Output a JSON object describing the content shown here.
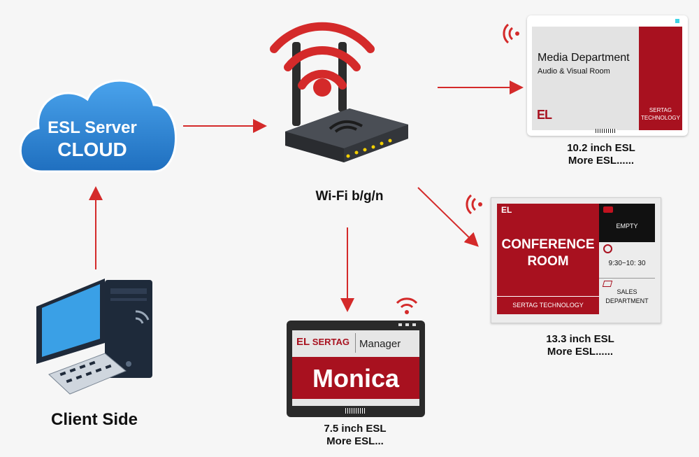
{
  "cloud": {
    "line1": "ESL Server",
    "line2": "CLOUD"
  },
  "client": {
    "label": "Client Side"
  },
  "router": {
    "label": "Wi-Fi b/g/n"
  },
  "esl_10_2": {
    "title": "Media Department",
    "subtitle": "Audio & Visual Room",
    "brand_line1": "SERTAG",
    "brand_line2": "TECHNOLOGY",
    "caption_line1": "10.2 inch ESL",
    "caption_line2": "More ESL......"
  },
  "esl_13_3": {
    "room_line1": "CONFERENCE",
    "room_line2": "ROOM",
    "footer": "SERTAG TECHNOLOGY",
    "status": "EMPTY",
    "time": "9:30~10: 30",
    "dept_line1": "SALES",
    "dept_line2": "DEPARTMENT",
    "caption_line1": "13.3 inch ESL",
    "caption_line2": "More ESL......"
  },
  "esl_7_5": {
    "brand": "SERTAG",
    "role": "Manager",
    "name": "Monica",
    "caption_line1": "7.5 inch ESL",
    "caption_line2": "More ESL..."
  },
  "colors": {
    "accent_red": "#c1121f",
    "cloud_blue": "#2e8ad8",
    "panel_red": "#a8111f"
  },
  "icons": [
    "cloud-icon",
    "computer-icon",
    "router-icon",
    "wifi-signal-icon",
    "clock-icon",
    "chat-icon",
    "laptop-icon"
  ]
}
